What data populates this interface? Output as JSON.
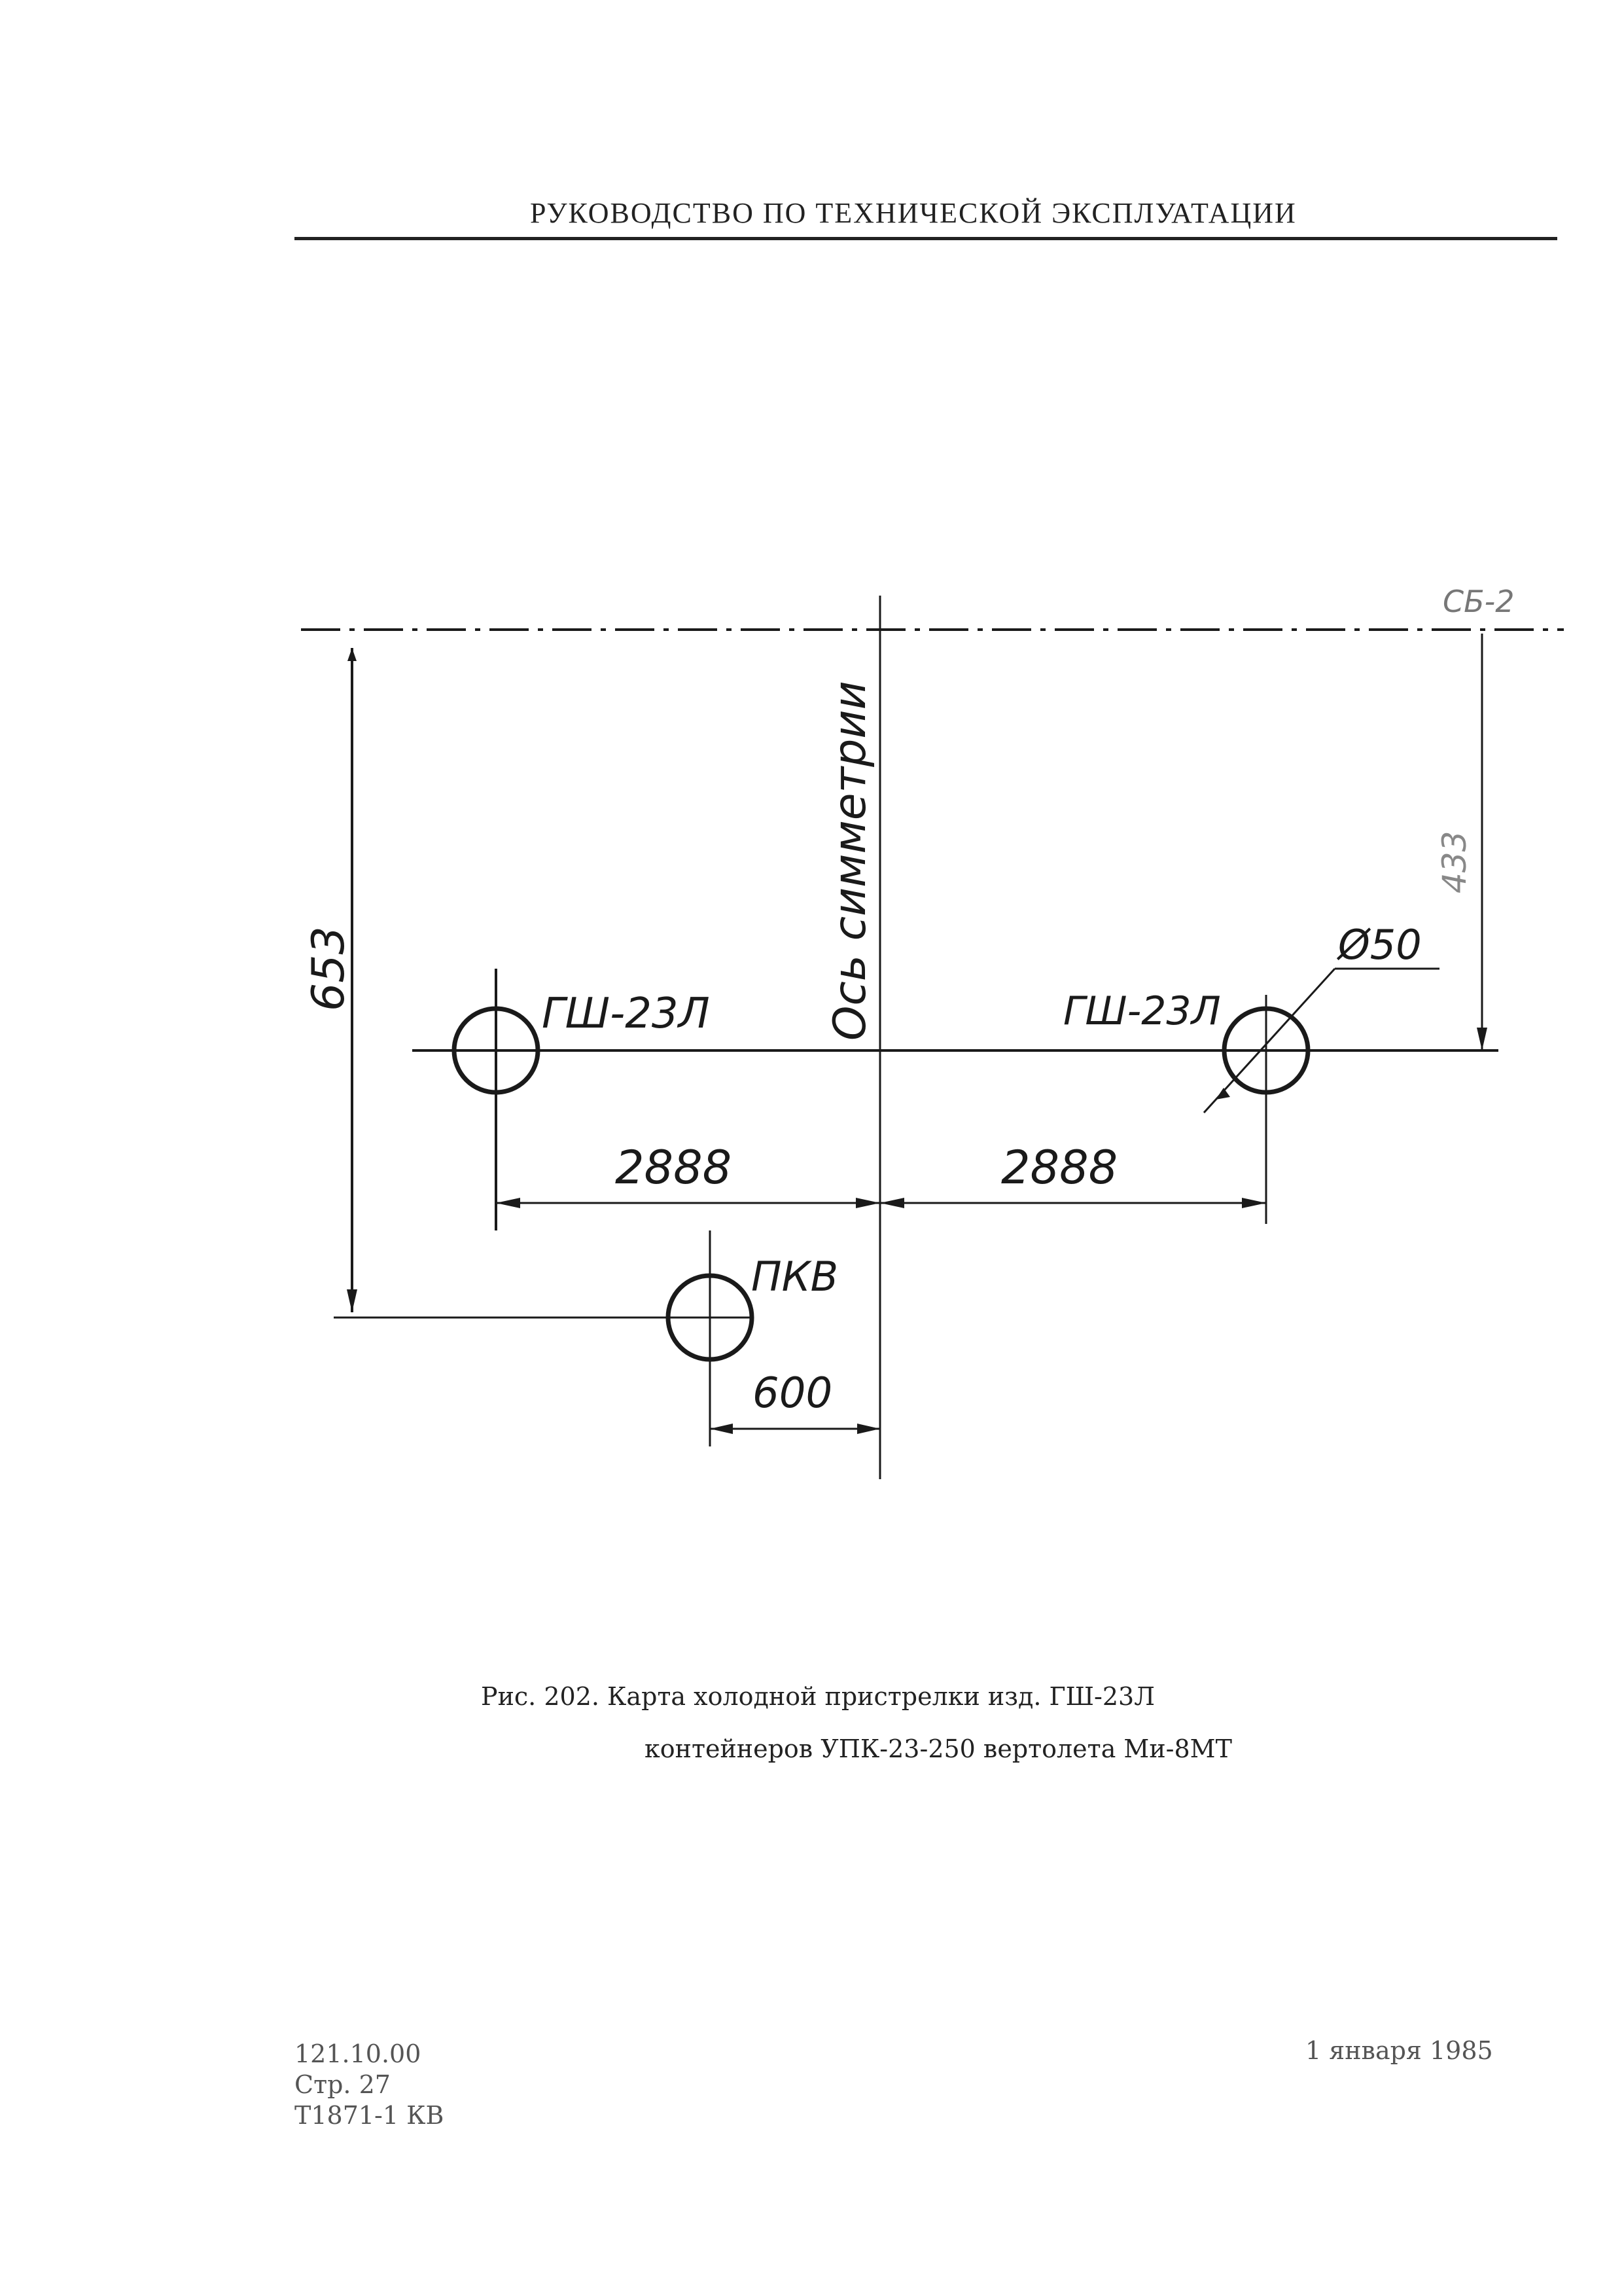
{
  "header": {
    "title": "РУКОВОДСТВО ПО ТЕХНИЧЕСКОЙ ЭКСПЛУАТАЦИИ"
  },
  "drawing": {
    "datum_label": "СБ-2",
    "symmetry_axis_label": "Ось симметрии",
    "left_gun_label": "ГШ-23Л",
    "right_gun_label": "ГШ-23Л",
    "diameter_label": "Ø50",
    "sight_label": "ПКВ",
    "dim_vertical_left": "653",
    "dim_vertical_right": "433",
    "dim_horizontal_left": "2888",
    "dim_horizontal_right": "2888",
    "dim_sight_offset": "600"
  },
  "caption": {
    "line1": "Рис. 202. Карта холодной пристрелки изд. ГШ-23Л",
    "line2": "контейнеров УПК-23-250 вертолета Ми-8МТ"
  },
  "footer": {
    "code": "121.10.00",
    "page": "Стр. 27",
    "doc_number": "Т1871-1 КВ",
    "date": "1 января 1985"
  }
}
